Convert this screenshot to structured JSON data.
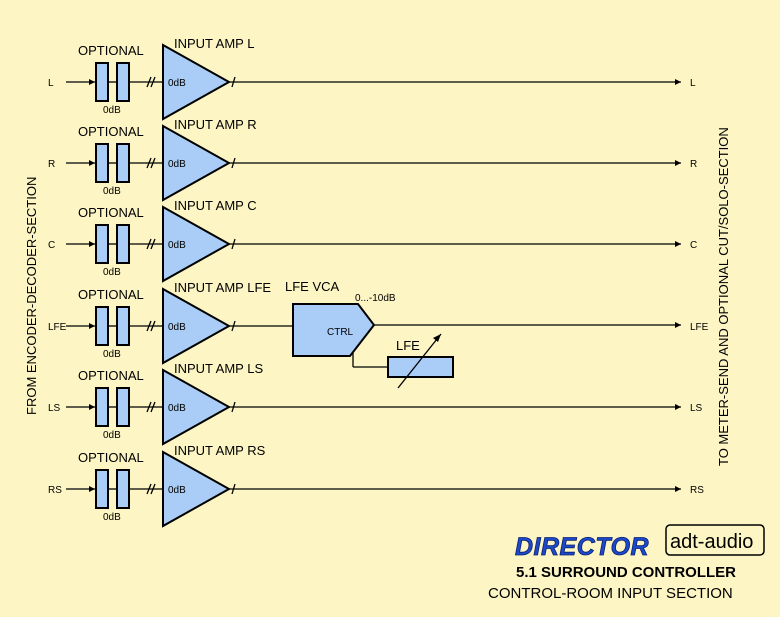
{
  "side_labels": {
    "left": "FROM ENCODER-DECODER-SECTION",
    "right": "TO METER-SEND AND OPTIONAL CUT/SOLO-SECTION"
  },
  "channels": [
    {
      "in": "L",
      "optional": "OPTIONAL",
      "cap_gain": "0dB",
      "amp_title": "INPUT AMP L",
      "amp_gain": "0dB",
      "out": "L"
    },
    {
      "in": "R",
      "optional": "OPTIONAL",
      "cap_gain": "0dB",
      "amp_title": "INPUT AMP R",
      "amp_gain": "0dB",
      "out": "R"
    },
    {
      "in": "C",
      "optional": "OPTIONAL",
      "cap_gain": "0dB",
      "amp_title": "INPUT AMP C",
      "amp_gain": "0dB",
      "out": "C"
    },
    {
      "in": "LFE",
      "optional": "OPTIONAL",
      "cap_gain": "0dB",
      "amp_title": "INPUT AMP LFE",
      "amp_gain": "0dB",
      "out": "LFE"
    },
    {
      "in": "LS",
      "optional": "OPTIONAL",
      "cap_gain": "0dB",
      "amp_title": "INPUT AMP LS",
      "amp_gain": "0dB",
      "out": "LS"
    },
    {
      "in": "RS",
      "optional": "OPTIONAL",
      "cap_gain": "0dB",
      "amp_title": "INPUT AMP RS",
      "amp_gain": "0dB",
      "out": "RS"
    }
  ],
  "vca": {
    "title": "LFE VCA",
    "range": "0...-10dB",
    "ctrl": "CTRL",
    "pot_label": "LFE"
  },
  "branding": {
    "product": "DIRECTOR",
    "maker": "adt-audio",
    "subtitle": "5.1 SURROUND CONTROLLER",
    "section": "CONTROL-ROOM INPUT SECTION"
  },
  "colors": {
    "background": "#fdf6c4",
    "block_fill": "#a9cdf7",
    "brand_blue": "#1c49c9"
  }
}
